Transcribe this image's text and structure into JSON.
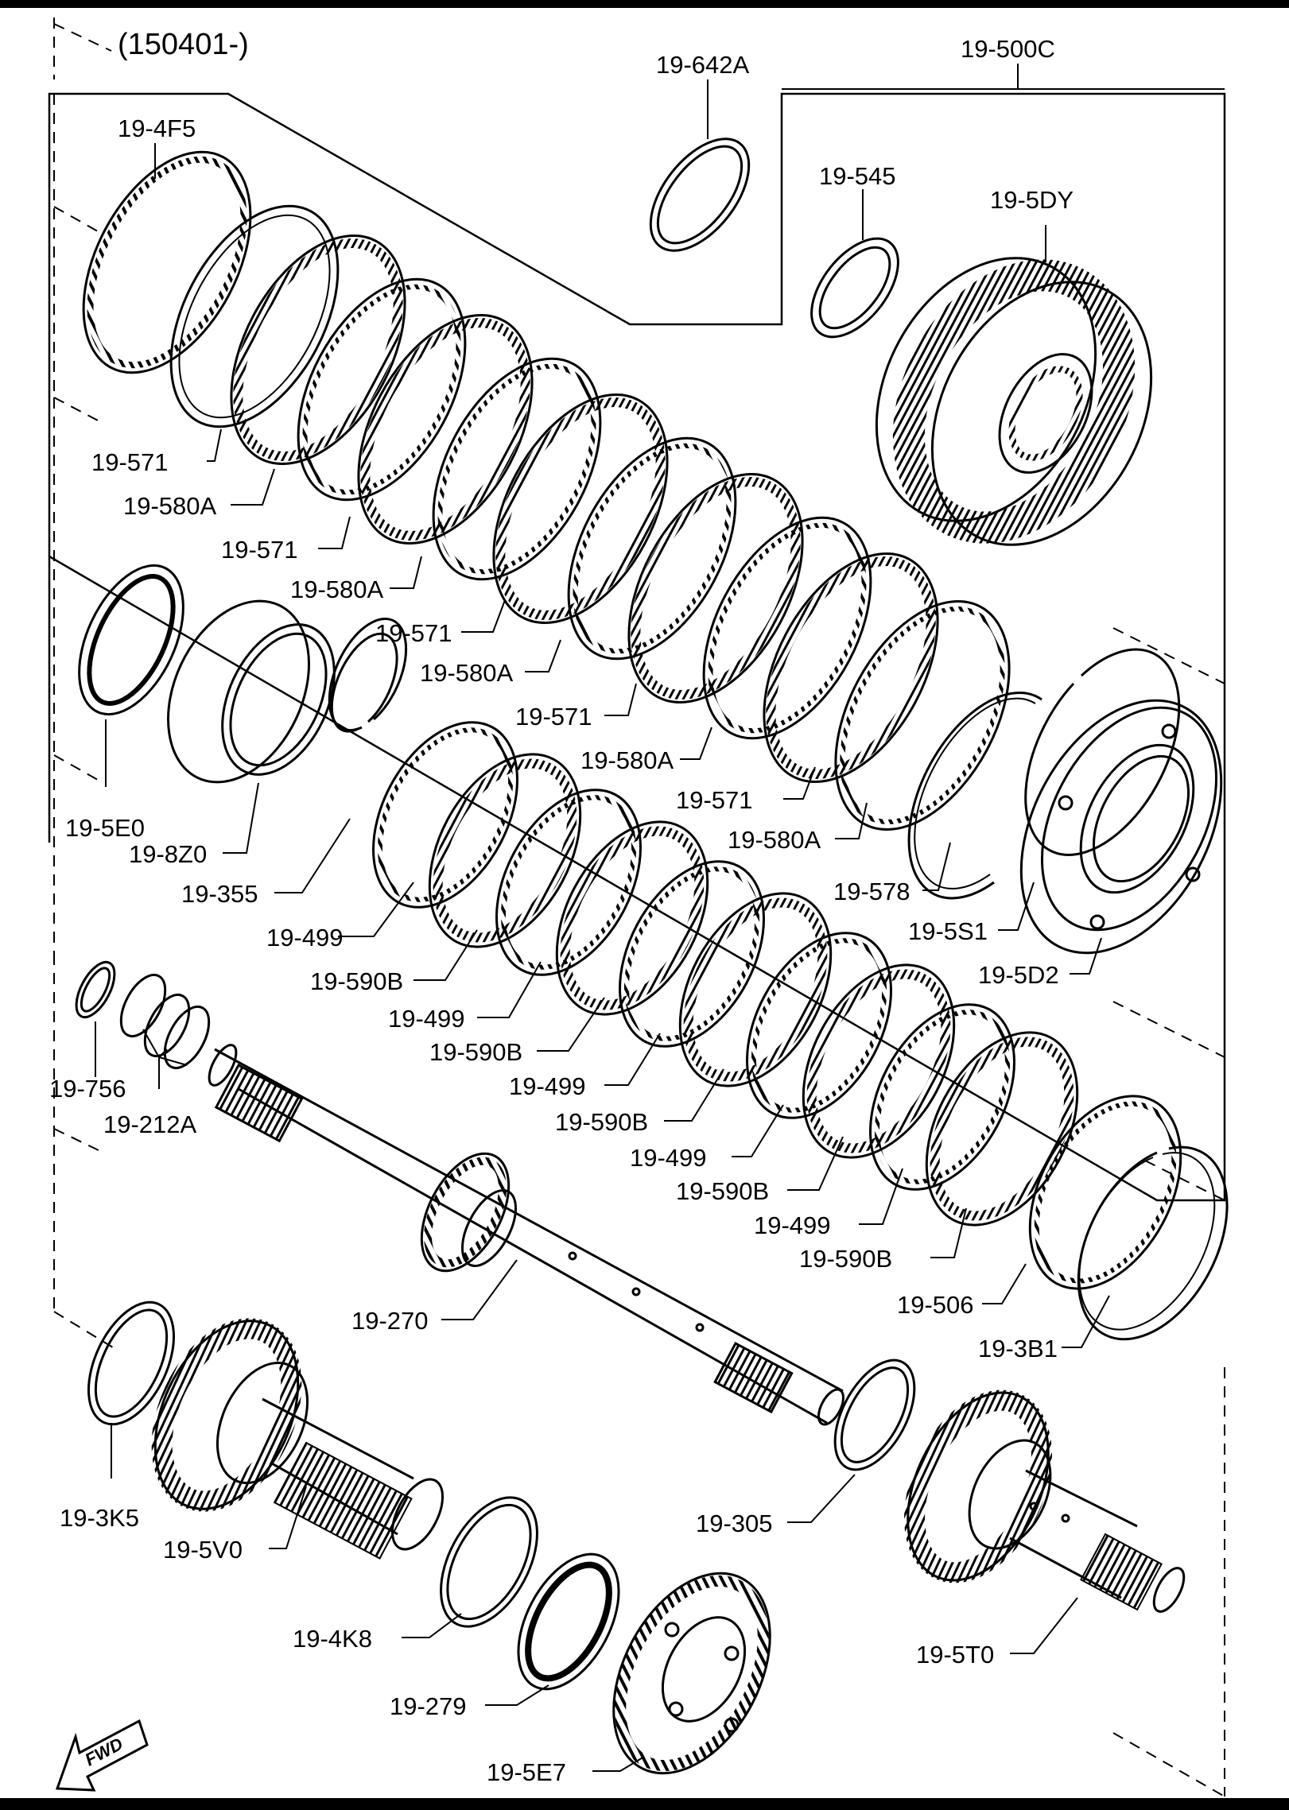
{
  "diagram": {
    "header": "(150401-)",
    "fwd_label": "FWD",
    "labels": {
      "p642A": "19-642A",
      "p500C": "19-500C",
      "p4F5": "19-4F5",
      "p545": "19-545",
      "p5DY": "19-5DY",
      "p571a": "19-571",
      "p580Aa": "19-580A",
      "p571b": "19-571",
      "p580Ab": "19-580A",
      "p571c": "19-571",
      "p580Ac": "19-580A",
      "p571d": "19-571",
      "p580Ad": "19-580A",
      "p571e": "19-571",
      "p580Ae": "19-580A",
      "p578": "19-578",
      "p5S1": "19-5S1",
      "p5D2": "19-5D2",
      "p5E0": "19-5E0",
      "p8Z0": "19-8Z0",
      "p355": "19-355",
      "p499a": "19-499",
      "p590Ba": "19-590B",
      "p499b": "19-499",
      "p590Bb": "19-590B",
      "p499c": "19-499",
      "p590Bc": "19-590B",
      "p499d": "19-499",
      "p590Bd": "19-590B",
      "p499e": "19-499",
      "p590Be": "19-590B",
      "p756": "19-756",
      "p212A": "19-212A",
      "p270": "19-270",
      "p506": "19-506",
      "p3B1": "19-3B1",
      "p3K5": "19-3K5",
      "p5V0": "19-5V0",
      "p4K8": "19-4K8",
      "p279": "19-279",
      "p5E7": "19-5E7",
      "p305": "19-305",
      "p5T0": "19-5T0"
    }
  }
}
